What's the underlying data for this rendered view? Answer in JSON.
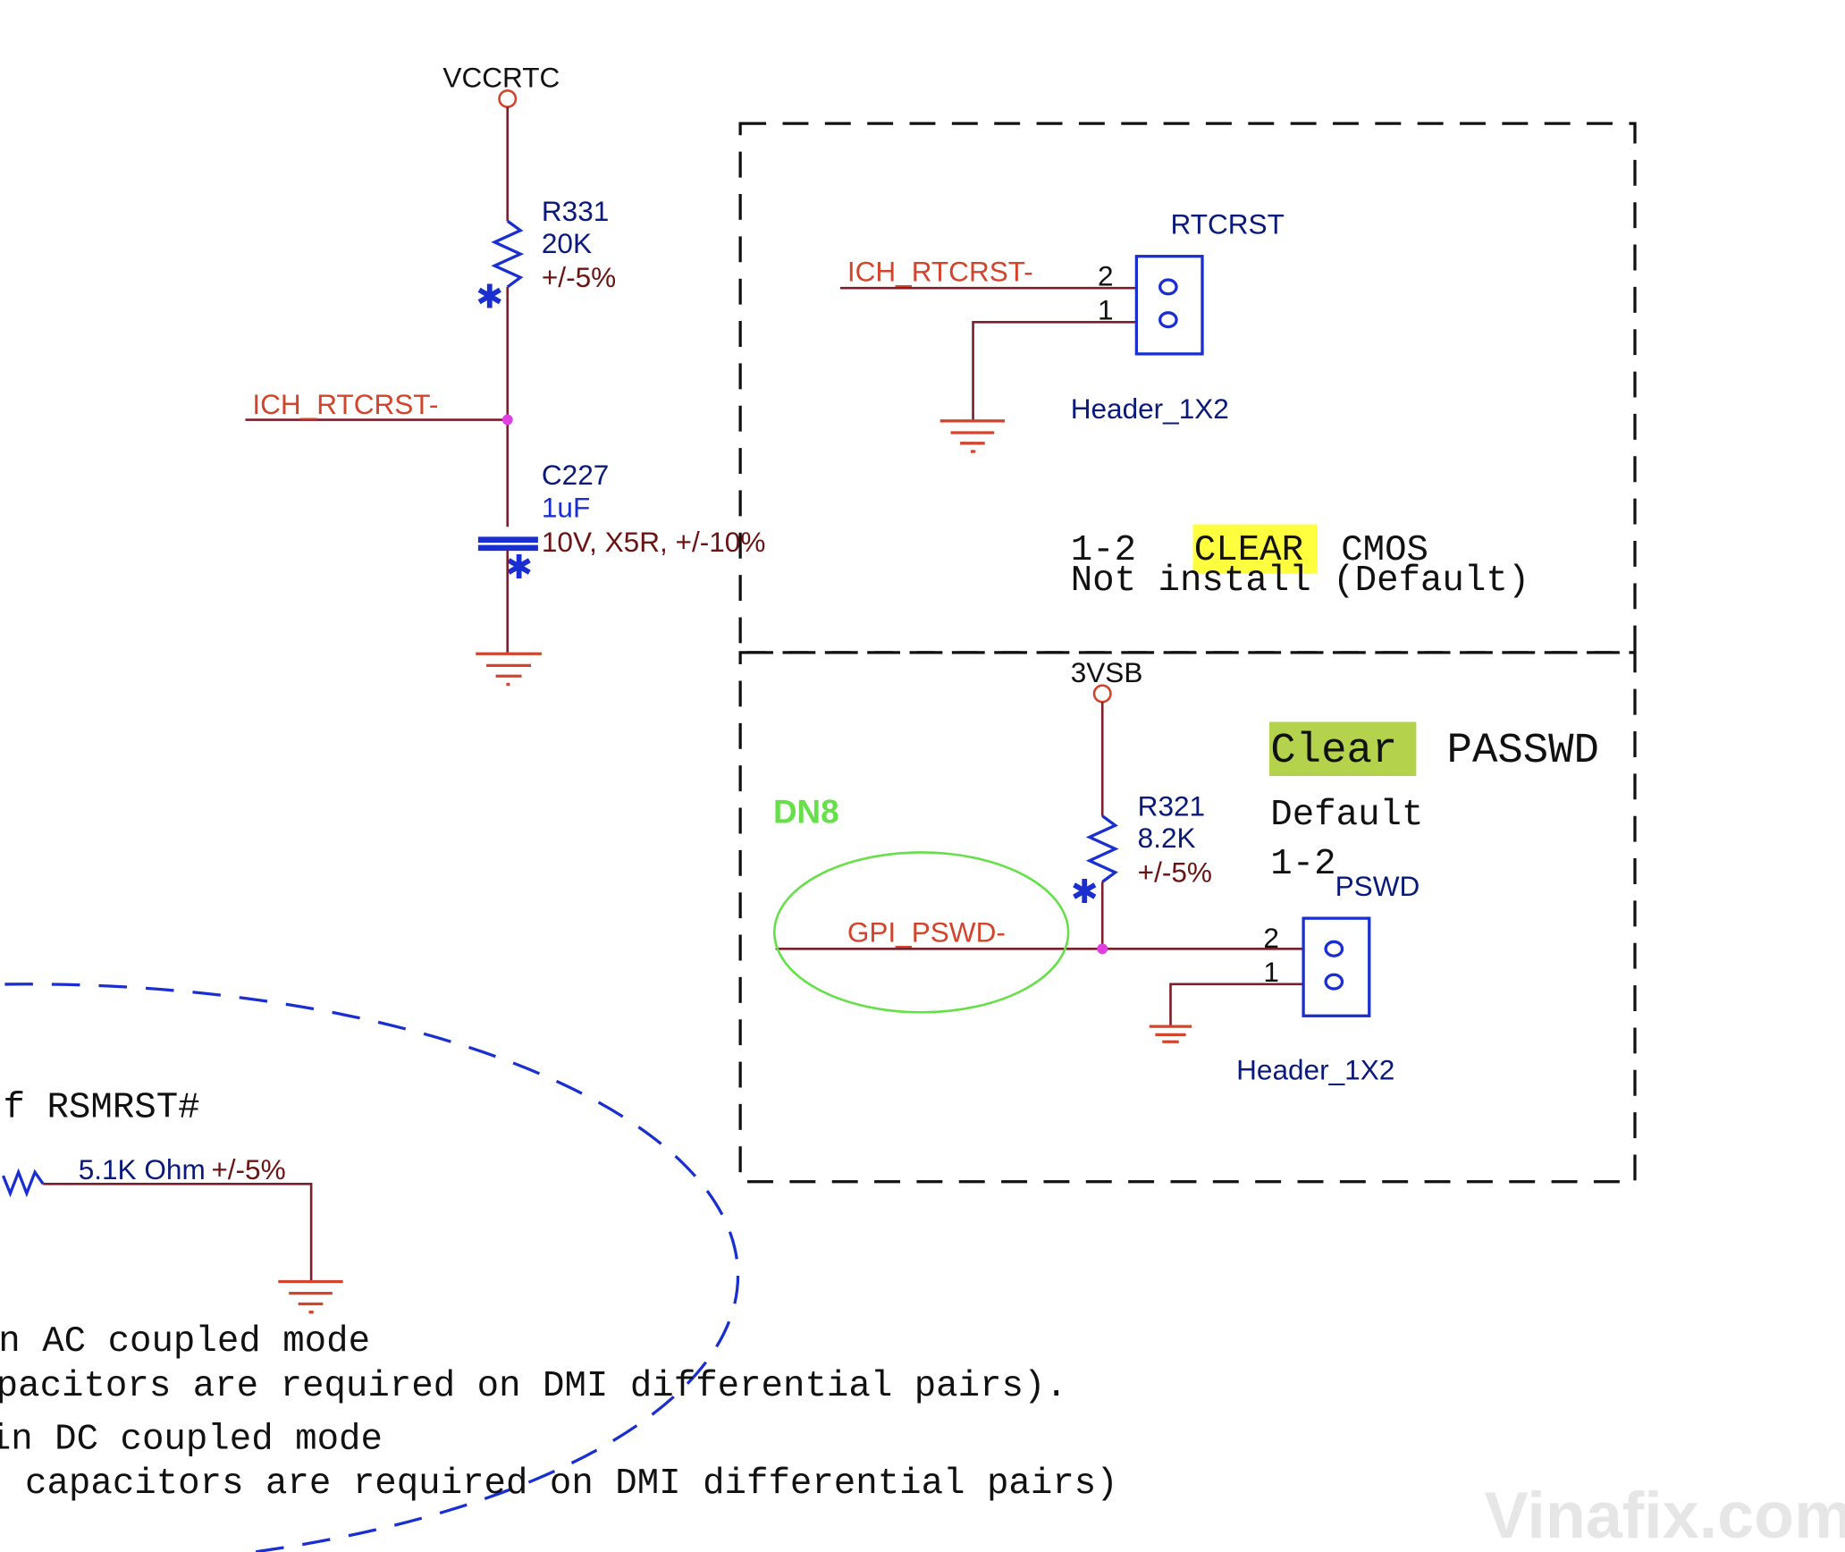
{
  "colors": {
    "wire": "#7a1f2b",
    "net_label": "#d2442c",
    "ref": "#0a1a7a",
    "part": "#1a2fd0",
    "tolerance": "#6a1414",
    "junction": "#e040e0",
    "highlight_yellow": "#ffff40",
    "highlight_green": "#b5d24c",
    "annotation_green": "#66e04a",
    "dashed_ellipse": "#1a2fd0"
  },
  "rtc": {
    "power": "VCCRTC",
    "net": "ICH_RTCRST-",
    "resistor": {
      "ref": "R331",
      "value": "20K",
      "tolerance": "+/-5%"
    },
    "capacitor": {
      "ref": "C227",
      "value": "1uF",
      "rating": "10V, X5R, +/-10%"
    }
  },
  "rtcrst_box": {
    "connector_ref": "RTCRST",
    "net": "ICH_RTCRST-",
    "pin2": "2",
    "pin1": "1",
    "footprint": "Header_1X2",
    "note_line1_prefix": "1-2",
    "note_line1_highlight": "CLEAR",
    "note_line1_suffix": "CMOS",
    "note_line2": "Not install (Default)"
  },
  "pswd_box": {
    "power": "3VSB",
    "tag": "DN8",
    "net": "GPI_PSWD-",
    "resistor": {
      "ref": "R321",
      "value": "8.2K",
      "tolerance": "+/-5%"
    },
    "connector_ref": "PSWD",
    "pin2": "2",
    "pin1": "1",
    "footprint": "Header_1X2",
    "note_highlight": "Clear",
    "note_suffix": "PASSWD",
    "note_line2": "Default",
    "note_line3": "1-2"
  },
  "bottom_left": {
    "title_fragment": "f RSMRST#",
    "resistor_value": "5.1K Ohm",
    "resistor_tolerance": "+/-5%",
    "lines": [
      "n AC coupled mode",
      "pacitors are required on DMI differential pairs).",
      "in DC coupled mode",
      " capacitors are required on DMI differential pairs)"
    ]
  },
  "watermark": "Vinafix.com"
}
